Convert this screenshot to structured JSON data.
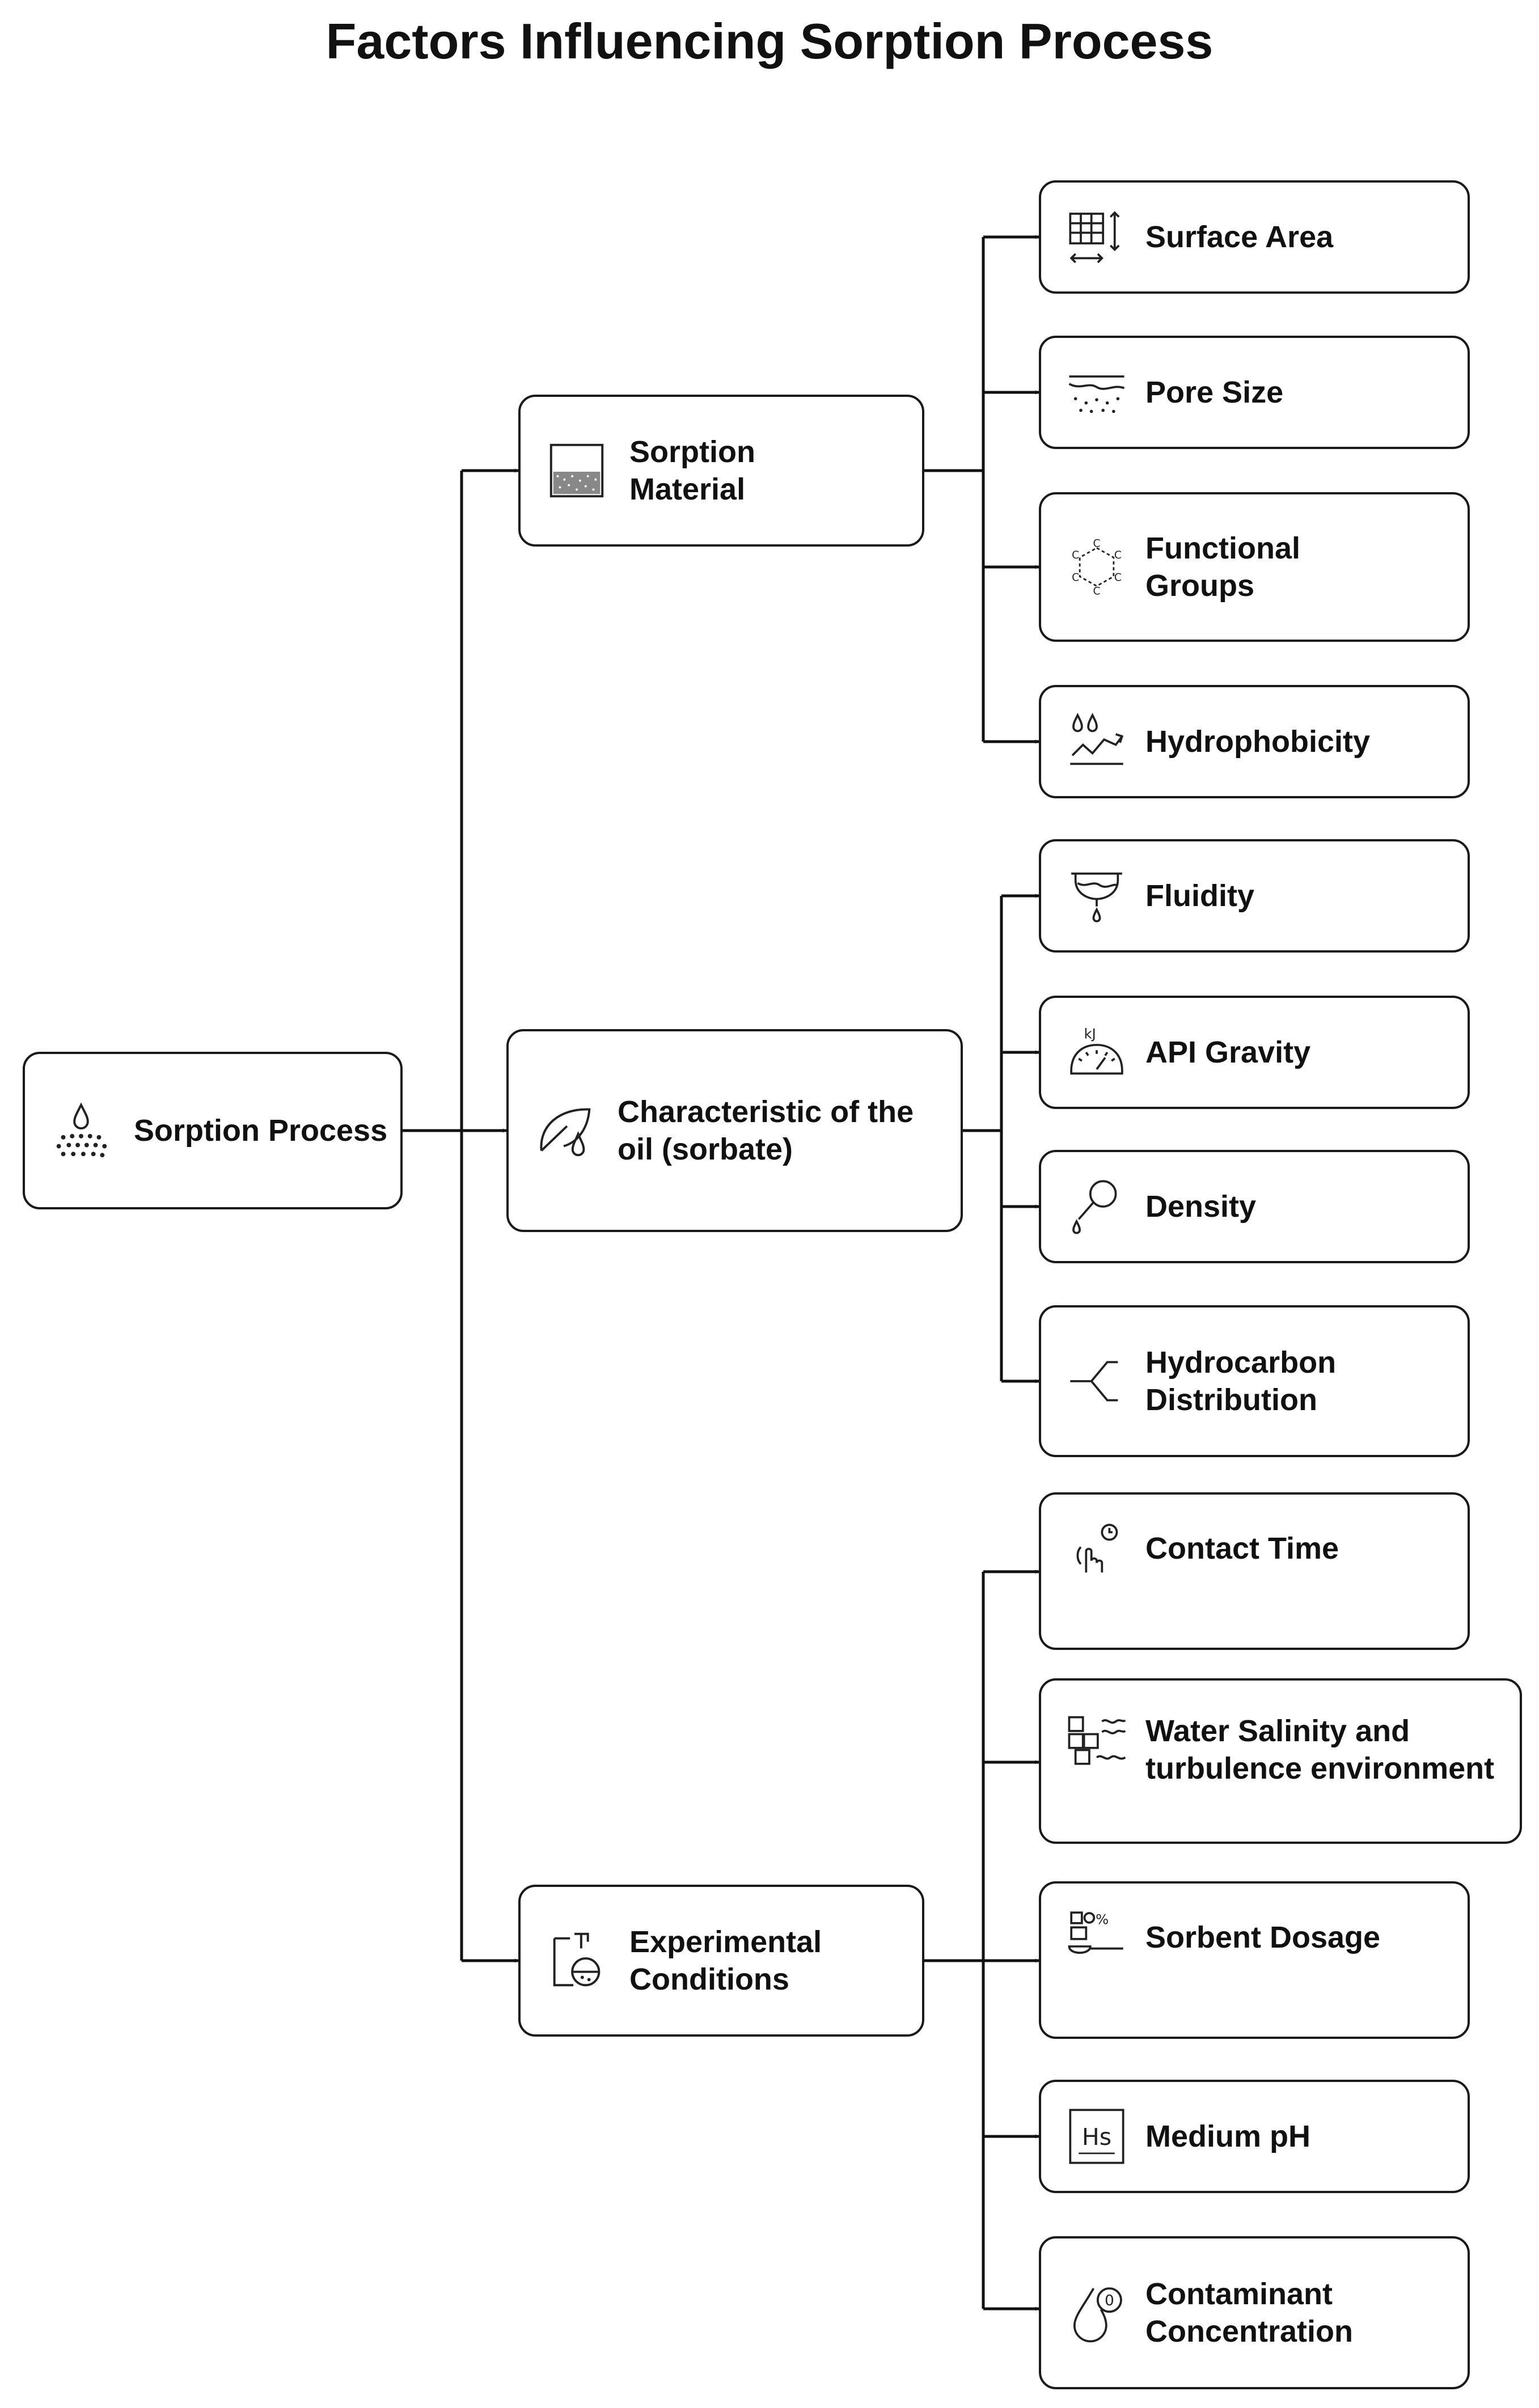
{
  "title": "Factors Influencing Sorption Process",
  "root": {
    "label": "Sorption Process",
    "icon": "sprinkle-drops-icon"
  },
  "groups": [
    {
      "label": "Sorption Material",
      "icon": "dotted-square-icon",
      "children": [
        {
          "label": "Surface Area",
          "icon": "grid-arrows-icon"
        },
        {
          "label": "Pore Size",
          "icon": "porous-layer-icon"
        },
        {
          "label": "Functional Groups",
          "icon": "molecule-ring-icon"
        },
        {
          "label": "Hydrophobicity",
          "icon": "water-repel-icon"
        }
      ]
    },
    {
      "label": "Characteristic of the oil (sorbate)",
      "icon": "leaf-drop-icon",
      "children": [
        {
          "label": "Fluidity",
          "icon": "funnel-drip-icon"
        },
        {
          "label": "API Gravity",
          "icon": "gauge-kj-icon"
        },
        {
          "label": "Density",
          "icon": "dropper-icon"
        },
        {
          "label": "Hydrocarbon Distribution",
          "icon": "branch-icon"
        }
      ]
    },
    {
      "label": "Experimental Conditions",
      "icon": "flask-clipboard-icon",
      "children": [
        {
          "label": "Contact Time",
          "icon": "hand-clock-icon"
        },
        {
          "label": "Water Salinity and turbulence environment",
          "icon": "salt-waves-icon"
        },
        {
          "label": "Sorbent Dosage",
          "icon": "scoop-dosage-icon"
        },
        {
          "label": "Medium pH",
          "icon": "ph-box-icon"
        },
        {
          "label": "Contaminant Concentration",
          "icon": "drop-zero-icon"
        }
      ]
    }
  ]
}
